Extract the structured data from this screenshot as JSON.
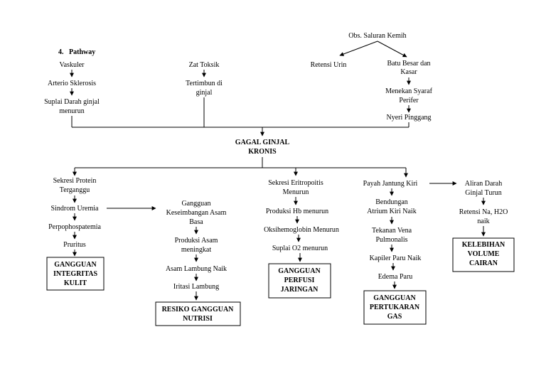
{
  "heading": {
    "number": "4.",
    "title": "Pathway"
  },
  "left": {
    "l1": "Vaskuler",
    "l2": "Arterio Sklerosis",
    "l3a": "Suplai Darah ginjal",
    "l3b": "menurun"
  },
  "toxic": {
    "t1": "Zat Toksik",
    "t2a": "Tertimbun di",
    "t2b": "ginjal"
  },
  "obs": {
    "top": "Obs. Saluran Kemih",
    "retensi": "Retensi Urin",
    "batu_a": "Batu Besar dan",
    "batu_b": "Kasar",
    "menekan_a": "Menekan Syaraf",
    "menekan_b": "Perifer",
    "nyeri": "Nyeri Pinggang"
  },
  "center": {
    "a": "GAGAL GINJAL",
    "b": "KRONIS"
  },
  "col1": {
    "sekresi_a": "Sekresi Protein",
    "sekresi_b": "Terganggu",
    "sindrom": "Sindrom Uremia",
    "perpo": "Perpophospatemia",
    "pruritus": "Pruritus",
    "box_a": "GANGGUAN",
    "box_b": "INTEGRITAS",
    "box_c": "KULIT"
  },
  "col2": {
    "gangguan_a": "Gangguan",
    "gangguan_b": "Keseimbangan Asam",
    "gangguan_c": "Basa",
    "produksi_a": "Produksi Asam",
    "produksi_b": "meningkat",
    "asam": "Asam Lambung Naik",
    "iritasi": "Iritasi Lambung",
    "box_a": "RESIKO GANGGUAN",
    "box_b": "NUTRISI"
  },
  "col3": {
    "sekresi_a": "Sekresi Eritropoitis",
    "sekresi_b": "Menurun",
    "hb": "Produksi Hb menurun",
    "oksi": "Oksihemoglobin Menurun",
    "o2": "Suplai O2 menurun",
    "box_a": "GANGGUAN",
    "box_b": "PERFUSI",
    "box_c": "JARINGAN"
  },
  "col4": {
    "payah": "Payah Jantung Kiri",
    "bendungan_a": "Bendungan",
    "bendungan_b": "Atrium Kiri Naik",
    "tekanan_a": "Tekanan Vena",
    "tekanan_b": "Pulmonalis",
    "kapiler": "Kapiler Paru Naik",
    "edema": "Edema Paru",
    "box_a": "GANGGUAN",
    "box_b": "PERTUKARAN",
    "box_c": "GAS"
  },
  "col5": {
    "aliran_a": "Aliran Darah",
    "aliran_b": "Ginjal Turun",
    "retensi_a": "Retensi Na, H2O",
    "retensi_b": "naik",
    "box_a": "KELEBIHAN",
    "box_b": "VOLUME",
    "box_c": "CAIRAN"
  }
}
